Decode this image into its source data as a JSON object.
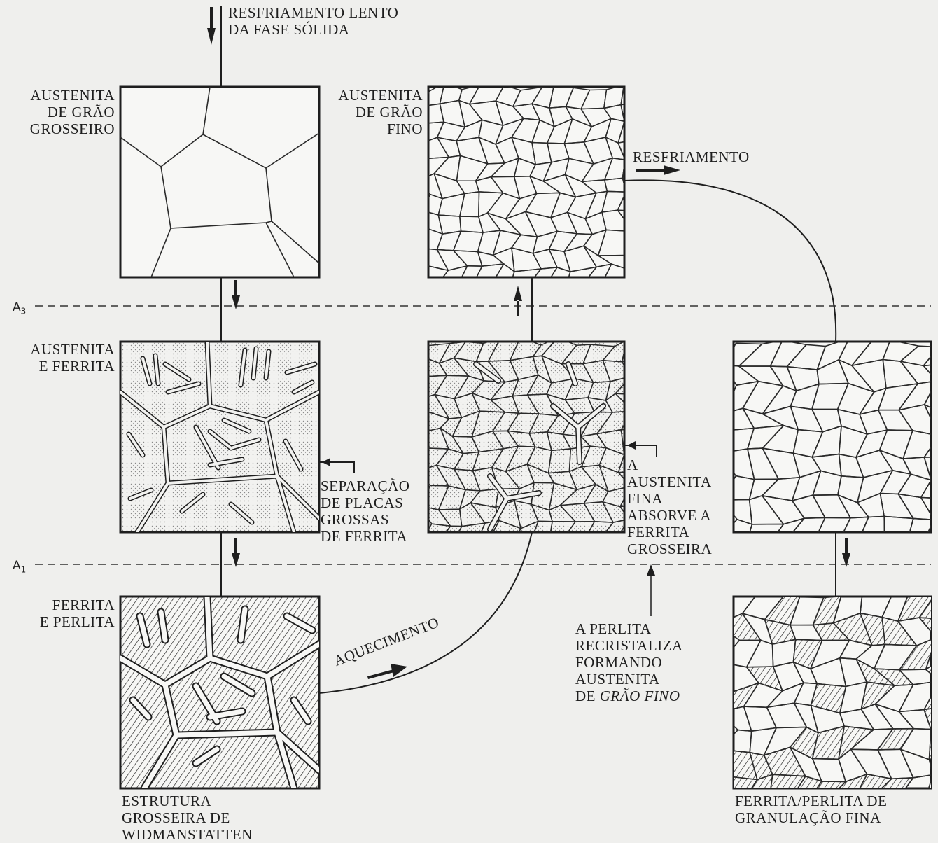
{
  "labels": {
    "top_flow": "RESFRIAMENTO LENTO\nDA FASE SÓLIDA",
    "a3": "A",
    "a3_sub": "3",
    "a1": "A",
    "a1_sub": "1",
    "austenita_grosso": "AUSTENITA\nDE GRÃO\nGROSSEIRO",
    "austenita_ferrita": "AUSTENITA\nE FERRITA",
    "ferrita_perlita": "FERRITA\nE PERLITA",
    "widmanstatten": "ESTRUTURA\nGROSSEIRA DE\nWIDMANSTATTEN",
    "austenita_fino": "AUSTENITA\nDE GRÃO\nFINO",
    "resfriamento": "RESFRIAMENTO",
    "aquecimento": "AQUECIMENTO",
    "separacao": "SEPARAÇÃO\nDE PLACAS\nGROSSAS\nDE FERRITA",
    "absorve": "A\nAUSTENITA\nFINA\nABSORVE A\nFERRITA\nGROSSEIRA",
    "perlita_recristaliza": "A PERLITA\nRECRISTALIZA\nFORMANDO\nAUSTENITA\nDE ",
    "grao_fino_italic": "GRÃO FINO",
    "ferrita_perlita_fina": "FERRITA/PERLITA DE\nGRANULAÇÃO FINA"
  },
  "colors": {
    "ink": "#1e1e1e",
    "paper": "#efefed",
    "panel": "#f7f7f5",
    "stipple": "#9a9a9a"
  }
}
